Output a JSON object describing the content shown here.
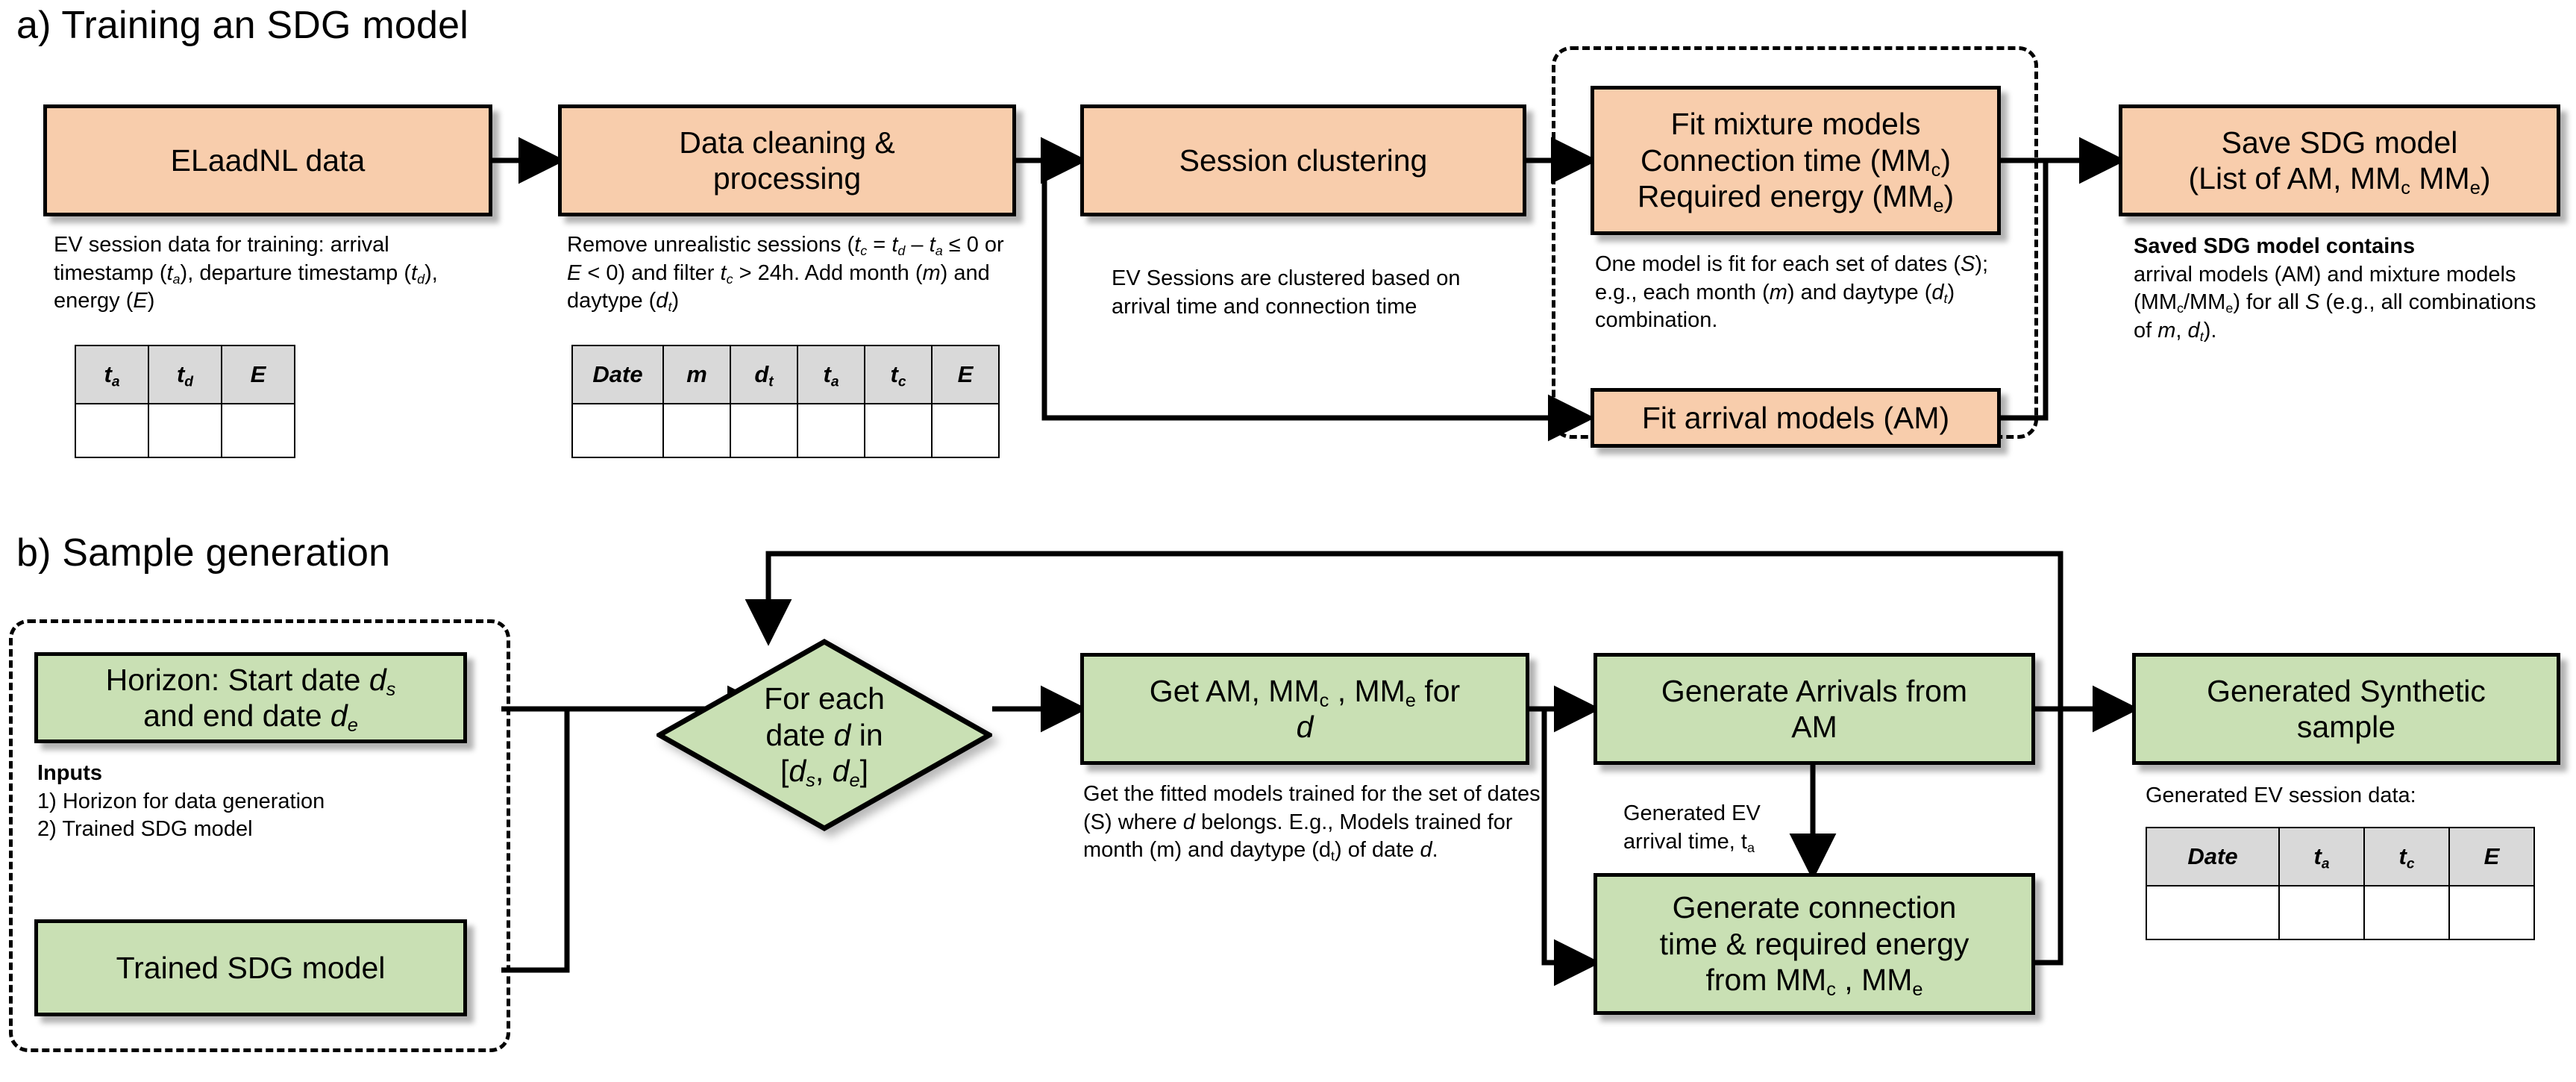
{
  "sections": {
    "a_title": "a) Training an SDG model",
    "b_title": "b) Sample generation"
  },
  "training": {
    "nodes": {
      "elaad": "ELaadNL data",
      "cleaning_l1": "Data cleaning &",
      "cleaning_l2": "processing",
      "clustering": "Session clustering",
      "mixture_l1": "Fit mixture models",
      "mixture_l2": "Connection time (MM",
      "mixture_l2_sub": "c",
      "mixture_l2_end": ")",
      "mixture_l3": "Required energy (MM",
      "mixture_l3_sub": "e",
      "mixture_l3_end": ")",
      "arrival": "Fit arrival models (AM)",
      "save_l1": "Save SDG model",
      "save_l2a": "(List of AM, MM",
      "save_l2sub1": "c",
      "save_l2b": " MM",
      "save_l2sub2": "e",
      "save_l2c": ")"
    },
    "captions": {
      "elaad": "EV session data for training: arrival timestamp (t_a), departure timestamp (t_d), energy (E)",
      "cleaning": "Remove unrealistic sessions (t_c = t_d – t_a ≤ 0 or E < 0) and filter t_c > 24h. Add month (m) and daytype (d_t)",
      "clustering": "EV Sessions are clustered based on arrival time and connection time",
      "mixture": "One model is fit for each set of dates (S); e.g., each month (m) and daytype (d_t) combination.",
      "save_bold": "Saved SDG model contains",
      "save_rest": "arrival models (AM) and mixture models (MM_c/MM_e) for all S (e.g., all combinations of m, d_t)."
    },
    "table_raw": {
      "headers": [
        "t_a",
        "t_d",
        "E"
      ],
      "rows": [
        [
          "",
          "",
          ""
        ]
      ]
    },
    "table_clean": {
      "headers": [
        "Date",
        "m",
        "d_t",
        "t_a",
        "t_c",
        "E"
      ],
      "rows": [
        [
          "",
          "",
          "",
          "",
          "",
          ""
        ]
      ]
    }
  },
  "generation": {
    "nodes": {
      "horizon_l1": "Horizon: Start date d",
      "horizon_l1_sub": "s",
      "horizon_l2": "and end date d",
      "horizon_l2_sub": "e",
      "trained": "Trained SDG model",
      "decision_l1": "For each",
      "decision_l2": "date d in",
      "decision_l3a": "[d",
      "decision_l3sub1": "s",
      "decision_l3b": ", d",
      "decision_l3sub2": "e",
      "decision_l3c": "]",
      "get_l1a": "Get AM, MM",
      "get_l1sub1": "c",
      "get_l1b": " , MM",
      "get_l1sub2": "e",
      "get_l1c": " for",
      "get_l2": "d",
      "gen_arrivals_l1": "Generate Arrivals from",
      "gen_arrivals_l2": "AM",
      "gen_conn_l1": "Generate connection",
      "gen_conn_l2": "time & required energy",
      "gen_conn_l3a": "from MM",
      "gen_conn_l3sub1": "c",
      "gen_conn_l3b": " , MM",
      "gen_conn_l3sub2": "e",
      "synthetic_l1": "Generated Synthetic",
      "synthetic_l2": "sample"
    },
    "captions": {
      "inputs_title": "Inputs",
      "input_1": "1) Horizon for data generation",
      "input_2": "2) Trained SDG model",
      "get_models": "Get the fitted models trained for the set of dates (S) where d belongs. E.g., Models trained for month (m) and daytype (d_t) of date d.",
      "arrow_arrival_l1": "Generated EV",
      "arrow_arrival_l2": "arrival time, t_a",
      "synthetic_caption": "Generated EV session data:"
    },
    "table_out": {
      "headers": [
        "Date",
        "t_a",
        "t_c",
        "E"
      ],
      "rows": [
        [
          "",
          "",
          "",
          ""
        ]
      ]
    }
  },
  "colors": {
    "peach": "#f8cdac",
    "green": "#c9e0b4",
    "table_header": "#d9d9d9",
    "stroke": "#000000"
  }
}
